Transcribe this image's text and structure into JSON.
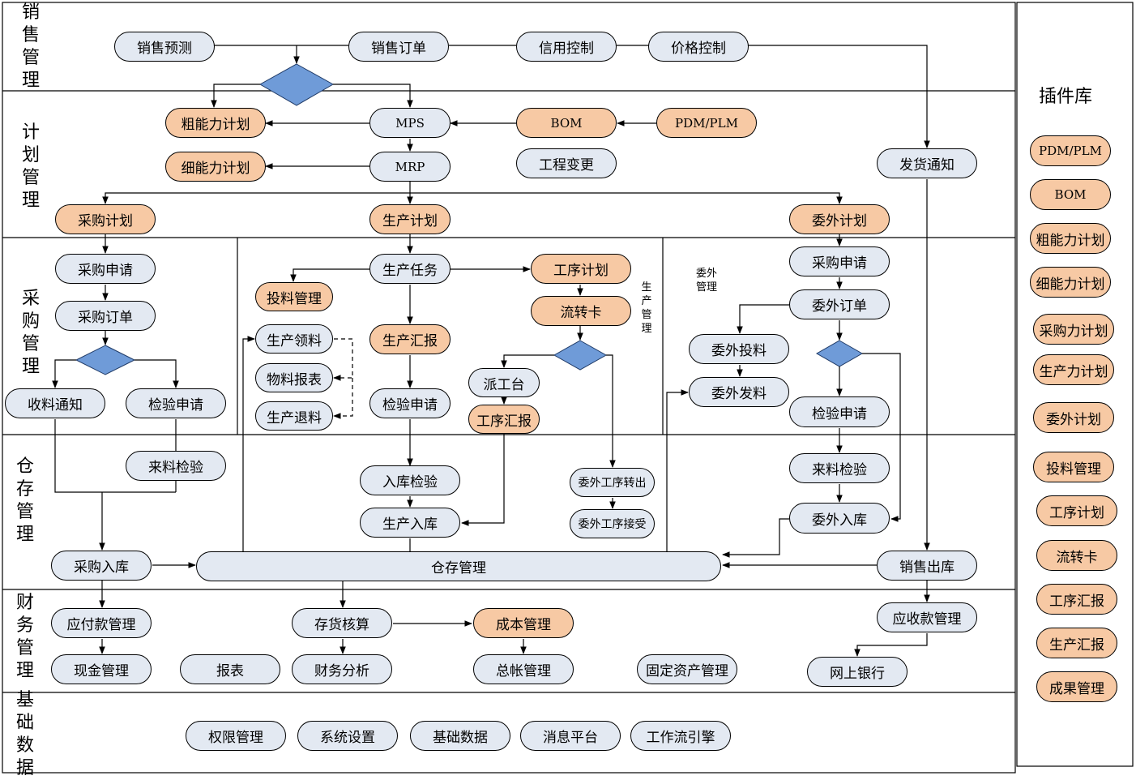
{
  "lanes": {
    "sales": "销售管理",
    "planning": "计划管理",
    "purchase": "采购管理",
    "warehouse": "仓存管理",
    "finance": "财务管理",
    "base": "基础数据"
  },
  "sublanes": {
    "production": "生产管理",
    "outsourcing": "委外管理"
  },
  "plugin_library": {
    "title": "插件库",
    "items": [
      "PDM/PLM",
      "BOM",
      "粗能力计划",
      "细能力计划",
      "采购力计划",
      "生产力计划",
      "委外计划",
      "投料管理",
      "工序计划",
      "流转卡",
      "工序汇报",
      "生产汇报",
      "成果管理"
    ]
  },
  "colors": {
    "standard_node": "#e3e9f2",
    "plugin_node": "#f7c9a4",
    "decision": "#6f9bd8"
  },
  "nodes": {
    "sales_forecast": "销售预测",
    "sales_order": "销售订单",
    "credit_control": "信用控制",
    "price_control": "价格控制",
    "rough_capacity": "粗能力计划",
    "mps": "MPS",
    "bom": "BOM",
    "pdm_plm": "PDM/PLM",
    "fine_capacity": "细能力计划",
    "mrp": "MRP",
    "eng_change": "工程变更",
    "delivery_notice": "发货通知",
    "purchase_plan": "采购计划",
    "production_plan": "生产计划",
    "outsource_plan": "委外计划",
    "purchase_request": "采购申请",
    "purchase_order": "采购订单",
    "receipt_notice": "收料通知",
    "inspection_request_p": "检验申请",
    "production_task": "生产任务",
    "process_plan": "工序计划",
    "material_mgmt": "投料管理",
    "material_pick": "生产领料",
    "material_report": "物料报表",
    "material_return": "生产退料",
    "production_report": "生产汇报",
    "inspection_request_m": "检验申请",
    "flow_card": "流转卡",
    "dispatch": "派工台",
    "process_report": "工序汇报",
    "os_purchase_request": "采购申请",
    "os_order": "委外订单",
    "os_feed": "委外投料",
    "os_send": "委外发料",
    "os_inspection_request": "检验申请",
    "incoming_inspection_p": "来料检验",
    "stock_in_inspection": "入库检验",
    "production_stock_in": "生产入库",
    "os_process_out": "委外工序转出",
    "os_process_in": "委外工序接受",
    "incoming_inspection_os": "来料检验",
    "os_stock_in": "委外入库",
    "purchase_stock_in": "采购入库",
    "warehouse_mgmt": "仓存管理",
    "sales_out": "销售出库",
    "payables": "应付款管理",
    "cash": "现金管理",
    "reports": "报表",
    "inventory_accounting": "存货核算",
    "financial_analysis": "财务分析",
    "cost_mgmt": "成本管理",
    "general_ledger": "总帐管理",
    "fixed_assets": "固定资产管理",
    "receivables": "应收款管理",
    "online_bank": "网上银行",
    "permissions": "权限管理",
    "system_settings": "系统设置",
    "basic_data": "基础数据",
    "message_platform": "消息平台",
    "workflow_engine": "工作流引擎"
  }
}
